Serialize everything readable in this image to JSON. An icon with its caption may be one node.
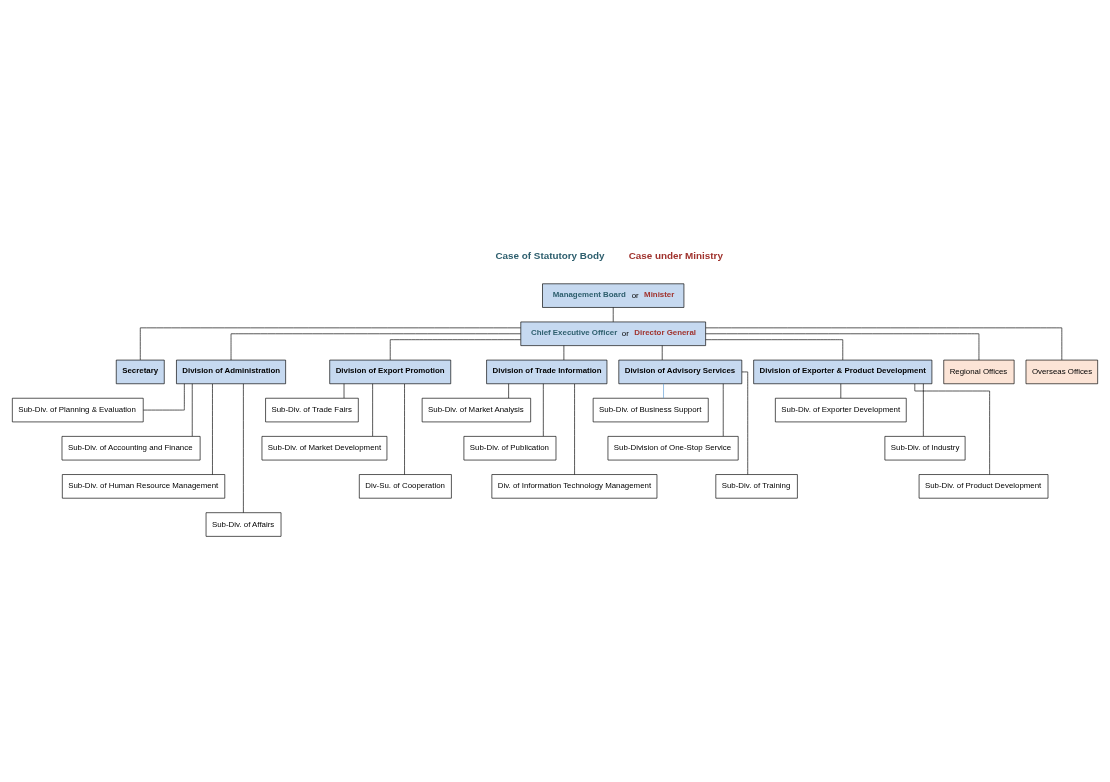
{
  "diagram": {
    "nodes": [
      {
        "text": [
          "Management Board",
          "or",
          "Minister"
        ]
      },
      {
        "text": [
          "Chief Executive Officer",
          "or",
          "Director General"
        ]
      },
      {
        "text": [
          "Secretary"
        ]
      },
      {
        "text": [
          "Division of Administration"
        ]
      },
      {
        "text": [
          "Division of Export Promotion"
        ]
      },
      {
        "text": [
          "Division of Trade Information"
        ]
      },
      {
        "text": [
          "Division of Advisory Services"
        ]
      },
      {
        "text": [
          "Division of Exporter & Product Development"
        ]
      },
      {
        "text": [
          "Regional Offices"
        ]
      },
      {
        "text": [
          "Overseas Offices"
        ]
      },
      {
        "text": [
          "Sub-Div. of Planning & Evaluation"
        ]
      },
      {
        "text": [
          "Sub-Div. of Accounting and Finance"
        ]
      },
      {
        "text": [
          "Sub-Div. of Human Resource Management"
        ]
      },
      {
        "text": [
          "Sub-Div. of Affairs"
        ]
      },
      {
        "text": [
          "Sub-Div. of Trade Fairs"
        ]
      },
      {
        "text": [
          "Sub-Div. of Market Development"
        ]
      },
      {
        "text": [
          "Div-Su. of Cooperation"
        ]
      },
      {
        "text": [
          "Sub-Div. of Market Analysis"
        ]
      },
      {
        "text": [
          "Sub-Div. of Publication"
        ]
      },
      {
        "text": [
          "Div. of Information Technology Management"
        ]
      },
      {
        "text": [
          "Sub-Div. of Business Support"
        ]
      },
      {
        "text": [
          "Sub-Division of One-Stop Service"
        ]
      },
      {
        "text": [
          "Sub-Div. of Training"
        ]
      },
      {
        "text": [
          "Sub-Div. of Exporter Development"
        ]
      },
      {
        "text": [
          "Sub-Div. of Industry"
        ]
      },
      {
        "text": [
          "Sub-Div. of Product Development"
        ]
      }
    ],
    "edges": [
      {
        "from": 0,
        "to": 1,
        "arrow": "none"
      },
      {
        "from": 1,
        "to": 2,
        "arrow": "none"
      },
      {
        "from": 1,
        "to": 3,
        "arrow": "none"
      },
      {
        "from": 1,
        "to": 4,
        "arrow": "none"
      },
      {
        "from": 1,
        "to": 5,
        "arrow": "none"
      },
      {
        "from": 1,
        "to": 6,
        "arrow": "none"
      },
      {
        "from": 1,
        "to": 7,
        "arrow": "none"
      },
      {
        "from": 1,
        "to": 8,
        "arrow": "none"
      },
      {
        "from": 1,
        "to": 9,
        "arrow": "none"
      },
      {
        "from": 3,
        "to": 10,
        "arrow": "none"
      },
      {
        "from": 3,
        "to": 11,
        "arrow": "none"
      },
      {
        "from": 3,
        "to": 12,
        "arrow": "none"
      },
      {
        "from": 3,
        "to": 13,
        "arrow": "none"
      },
      {
        "from": 4,
        "to": 14,
        "arrow": "none"
      },
      {
        "from": 4,
        "to": 15,
        "arrow": "none"
      },
      {
        "from": 4,
        "to": 16,
        "arrow": "none"
      },
      {
        "from": 5,
        "to": 17,
        "arrow": "none"
      },
      {
        "from": 5,
        "to": 18,
        "arrow": "none"
      },
      {
        "from": 5,
        "to": 19,
        "arrow": "none"
      },
      {
        "from": 6,
        "to": 20,
        "arrow": "none",
        "color": "#5b9bd5"
      },
      {
        "from": 6,
        "to": 21,
        "arrow": "none"
      },
      {
        "from": 6,
        "to": 22,
        "arrow": "none"
      },
      {
        "from": 7,
        "to": 23,
        "arrow": "none"
      },
      {
        "from": 7,
        "to": 24,
        "arrow": "none"
      },
      {
        "from": 7,
        "to": 25,
        "arrow": "none"
      }
    ],
    "labels": [
      "Case of Statutory Body",
      "Case under Ministry"
    ]
  }
}
